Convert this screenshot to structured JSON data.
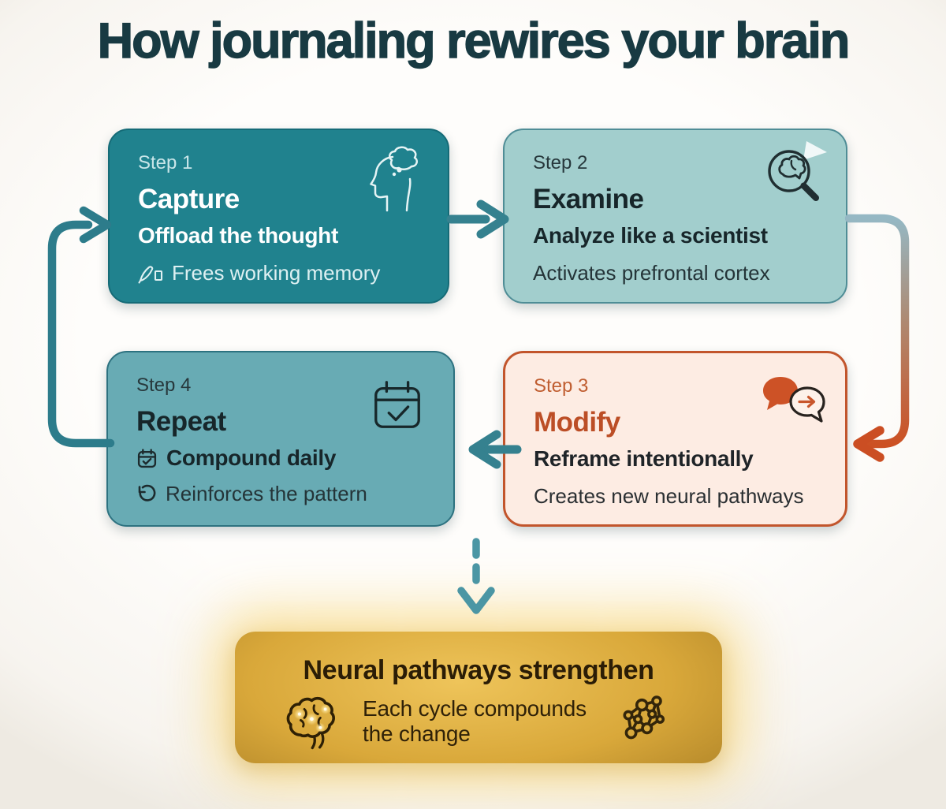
{
  "title": "How journaling rewires your brain",
  "steps": [
    {
      "label": "Step 1",
      "name": "Capture",
      "subtitle": "Offload the thought",
      "detail": "Frees working memory",
      "icon": "head-thought-icon",
      "detail_icon": "pen-writing-icon",
      "fill": "#20828e"
    },
    {
      "label": "Step 2",
      "name": "Examine",
      "subtitle": "Analyze like a scientist",
      "detail": "Activates prefrontal cortex",
      "icon": "brain-magnifier-icon",
      "fill": "#a2cecd"
    },
    {
      "label": "Step 3",
      "name": "Modify",
      "subtitle": "Reframe intentionally",
      "detail": "Creates new neural pathways",
      "icon": "speech-bubbles-icon",
      "fill": "#fdece3",
      "accent": "#c2552c"
    },
    {
      "label": "Step 4",
      "name": "Repeat",
      "subtitle": "Compound daily",
      "detail": "Reinforces the pattern",
      "icon": "calendar-check-icon",
      "subtitle_icon": "calendar-check-small-icon",
      "detail_icon": "rotate-ccw-icon",
      "fill": "#68abb4"
    }
  ],
  "flow": {
    "arrows": [
      "step1-to-step2",
      "step2-to-step3",
      "step3-to-step4",
      "step4-to-step1",
      "cycle-to-outcome"
    ],
    "teal_arrow_color": "#35818f",
    "orange_arrow_color": "#cc5124"
  },
  "outcome": {
    "title": "Neural pathways strengthen",
    "subtitle_line1": "Each cycle compounds",
    "subtitle_line2": "the change",
    "left_icon": "glowing-brain-icon",
    "right_icon": "neural-network-icon"
  },
  "colors": {
    "background": "#fcfbf8",
    "title_text": "#183a42",
    "step1_fill": "#20828e",
    "step2_fill": "#a2cecd",
    "step3_fill": "#fdece3",
    "step3_border": "#c2552c",
    "step4_fill": "#68abb4",
    "gold_center": "#ecc156",
    "gold_edge": "#9b741f"
  }
}
